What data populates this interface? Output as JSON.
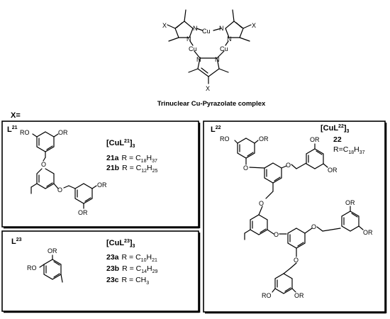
{
  "complex_label": "Trinuclear Cu-Pyrazolate complex",
  "x_label": "X=",
  "atoms": {
    "cu": "Cu",
    "n": "N",
    "x": "X",
    "ro": "RO",
    "or": "OR",
    "o": "O"
  },
  "panel_l21": {
    "ligand": "L",
    "ligand_sup": "21",
    "complex_pre": "[CuL",
    "complex_sup": "21",
    "complex_post": "]",
    "complex_sub": "3",
    "entries": [
      {
        "id": "21a",
        "pre": "R = C",
        "sub1": "18",
        "mid": "H",
        "sub2": "37"
      },
      {
        "id": "21b",
        "pre": "R = C",
        "sub1": "12",
        "mid": "H",
        "sub2": "25"
      }
    ]
  },
  "panel_l23": {
    "ligand": "L",
    "ligand_sup": "23",
    "complex_pre": "[CuL",
    "complex_sup": "23",
    "complex_post": "]",
    "complex_sub": "3",
    "entries": [
      {
        "id": "23a",
        "pre": "R = C",
        "sub1": "10",
        "mid": "H",
        "sub2": "21"
      },
      {
        "id": "23b",
        "pre": "R = C",
        "sub1": "14",
        "mid": "H",
        "sub2": "29"
      },
      {
        "id": "23c",
        "pre": "R = CH",
        "sub1": "3",
        "mid": "",
        "sub2": ""
      }
    ]
  },
  "panel_l22": {
    "ligand": "L",
    "ligand_sup": "22",
    "complex_pre": "[CuL",
    "complex_sup": "22",
    "complex_post": "]",
    "complex_sub": "3",
    "id": "22",
    "r_pre": "R=C",
    "r_sub1": "18",
    "r_mid": "H",
    "r_sub2": "37"
  }
}
